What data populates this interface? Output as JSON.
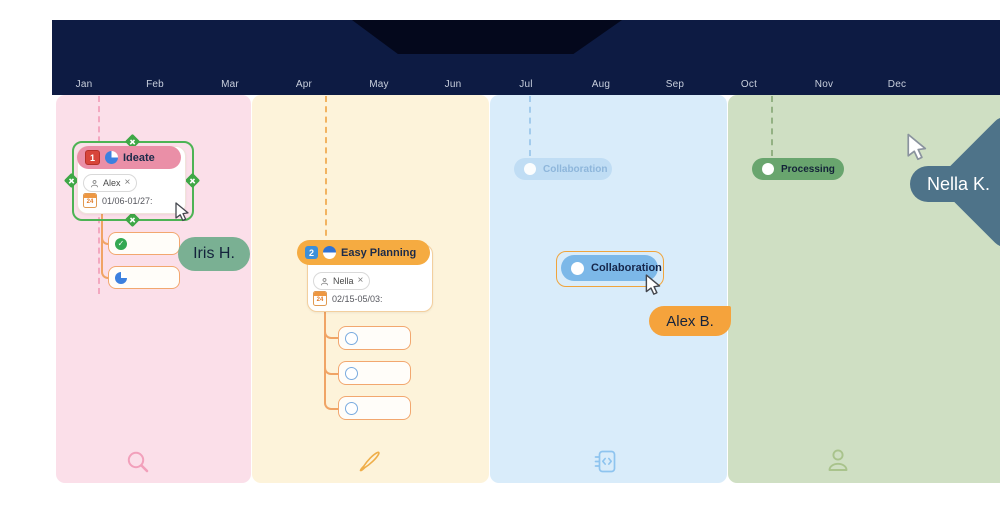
{
  "timeline": {
    "months": [
      "Jan",
      "Feb",
      "Mar",
      "Apr",
      "May",
      "Jun",
      "Jul",
      "Aug",
      "Sep",
      "Oct",
      "Nov",
      "Dec"
    ]
  },
  "columns": [
    {
      "id": "q1",
      "color": "#fbdfe9",
      "icon": "search-icon"
    },
    {
      "id": "q2",
      "color": "#fdf3da",
      "icon": "pencil-icon"
    },
    {
      "id": "q3",
      "color": "#d9ecfa",
      "icon": "code-notebook-icon"
    },
    {
      "id": "q4",
      "color": "#cfdfc3",
      "icon": "person-icon"
    }
  ],
  "cards": {
    "ideate": {
      "badge": "1",
      "title": "Ideate",
      "assignee": "Alex",
      "dates": "01/06-01/27:",
      "calendar_day": "24",
      "close_icon": "×",
      "header_color": "#ea8fa7",
      "badge_color": "#d8453a"
    },
    "easy_planning": {
      "badge": "2",
      "title": "Easy Planning",
      "assignee": "Nella",
      "dates": "02/15-05/03:",
      "calendar_day": "24",
      "close_icon": "×",
      "header_color": "#f5ab41",
      "badge_color": "#3d8fd9"
    },
    "collaboration_ghost": {
      "title": "Collaboration",
      "color": "#bedcf4"
    },
    "collaboration_selected": {
      "title": "Collaboration",
      "color": "#7cb8e8"
    },
    "processing": {
      "title": "Processing",
      "color": "#69a56e"
    },
    "check_icon": "✓"
  },
  "cursors": {
    "iris": {
      "name": "Iris H.",
      "color": "#7ab093"
    },
    "alex": {
      "name": "Alex B.",
      "color": "#f5a33c"
    },
    "nella": {
      "name": "Nella K.",
      "color": "#4e7389"
    }
  },
  "colors": {
    "top_bar": "#0d1b43",
    "selection_green": "#4db354",
    "connector_orange": "#f0a465",
    "selection_orange": "#f0a43c"
  }
}
